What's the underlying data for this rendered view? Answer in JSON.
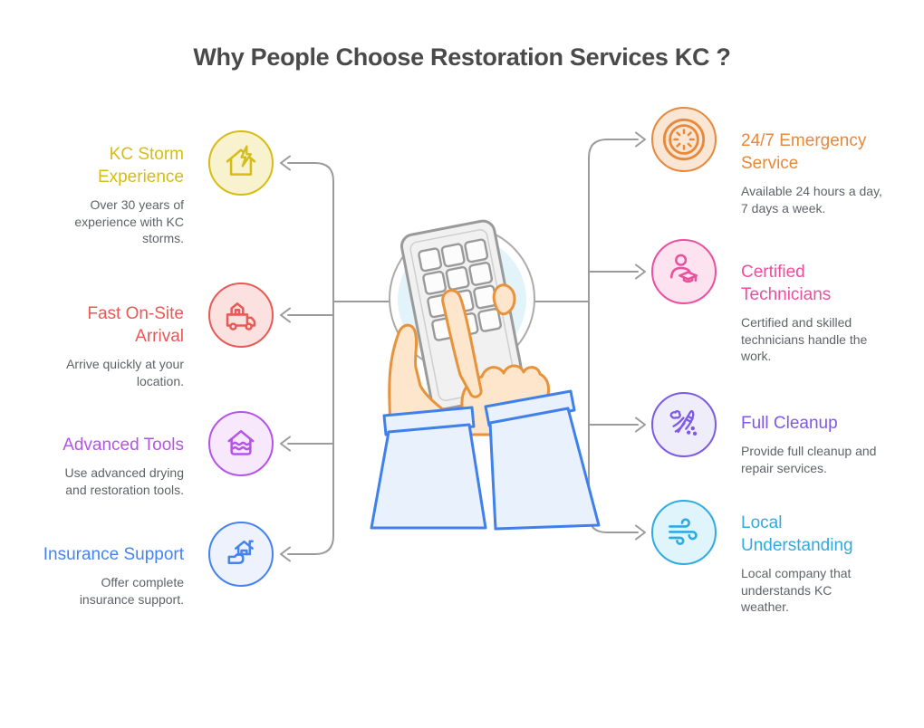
{
  "title": "Why People Choose Restoration Services KC ?",
  "colors": {
    "title": "#4a4a4a",
    "description": "#5f6368",
    "connector": "#9b9b9b"
  },
  "center_illustration": "hands-using-calculator-phone",
  "left_items": [
    {
      "heading": "KC Storm\nExperience",
      "description": "Over 30 years of\nexperience with KC\nstorms.",
      "color": "#d6bd15",
      "bg": "#f8f2cf",
      "icon": "house-lightning-icon"
    },
    {
      "heading": "Fast On-Site\nArrival",
      "description": "Arrive quickly at your\nlocation.",
      "color": "#e85a55",
      "bg": "#fbe2e1",
      "icon": "moving-truck-icon"
    },
    {
      "heading": "Advanced Tools",
      "description": "Use advanced drying\nand restoration tools.",
      "color": "#b455e8",
      "bg": "#f7e8fc",
      "icon": "house-flood-icon"
    },
    {
      "heading": "Insurance Support",
      "description": "Offer complete\ninsurance support.",
      "color": "#4583f0",
      "bg": "#edf2fd",
      "icon": "house-hand-icon"
    }
  ],
  "right_items": [
    {
      "heading": "24/7 Emergency\nService",
      "description": "Available 24 hours a day,\n7 days a week.",
      "color": "#e8883b",
      "bg": "#fae6d4",
      "icon": "clock-icon"
    },
    {
      "heading": "Certified\nTechnicians",
      "description": "Certified and skilled\ntechnicians handle the\nwork.",
      "color": "#ec4f9e",
      "bg": "#fce3ef",
      "icon": "technician-graduate-icon"
    },
    {
      "heading": "Full Cleanup",
      "description": "Provide full cleanup and\nrepair services.",
      "color": "#7d59e6",
      "bg": "#f0edfb",
      "icon": "cleanup-broom-icon"
    },
    {
      "heading": "Local\nUnderstanding",
      "description": "Local company that\nunderstands KC\nweather.",
      "color": "#2fabe1",
      "bg": "#e0f4fb",
      "icon": "wind-icon"
    }
  ]
}
